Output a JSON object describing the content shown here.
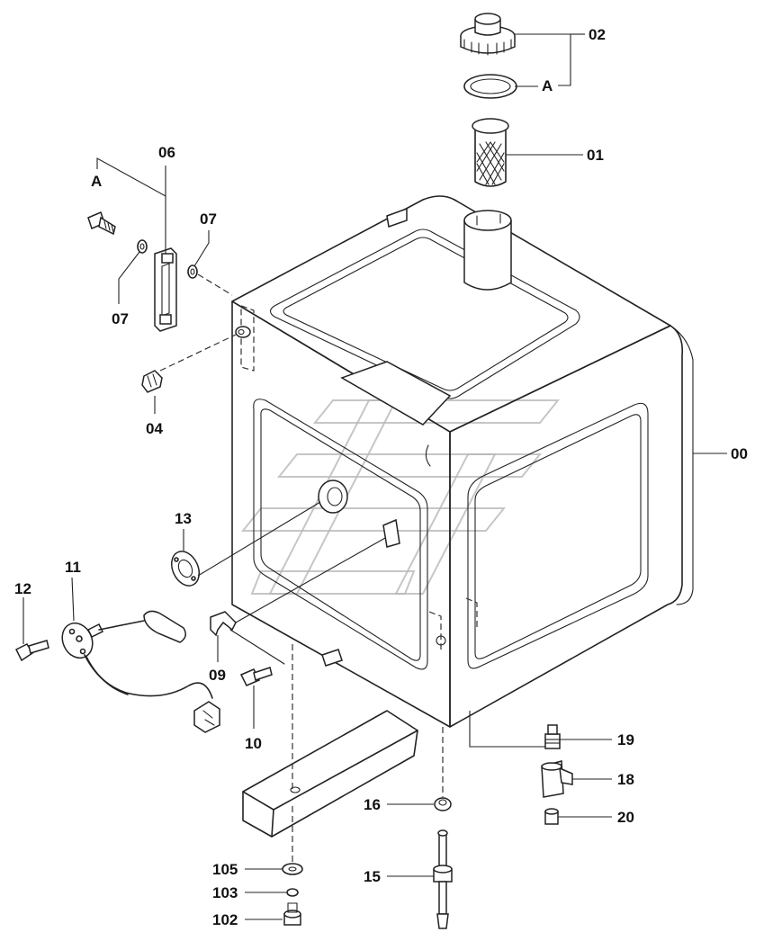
{
  "parts": {
    "p00": "00",
    "p01": "01",
    "p02": "02",
    "p04": "04",
    "p06": "06",
    "p07a": "07",
    "p07b": "07",
    "p09": "09",
    "p10": "10",
    "p11": "11",
    "p12": "12",
    "p13": "13",
    "p15": "15",
    "p16": "16",
    "p18": "18",
    "p19": "19",
    "p20": "20",
    "p102": "102",
    "p103": "103",
    "p105": "105"
  },
  "refs": {
    "a_top": "A",
    "a_left": "A"
  }
}
